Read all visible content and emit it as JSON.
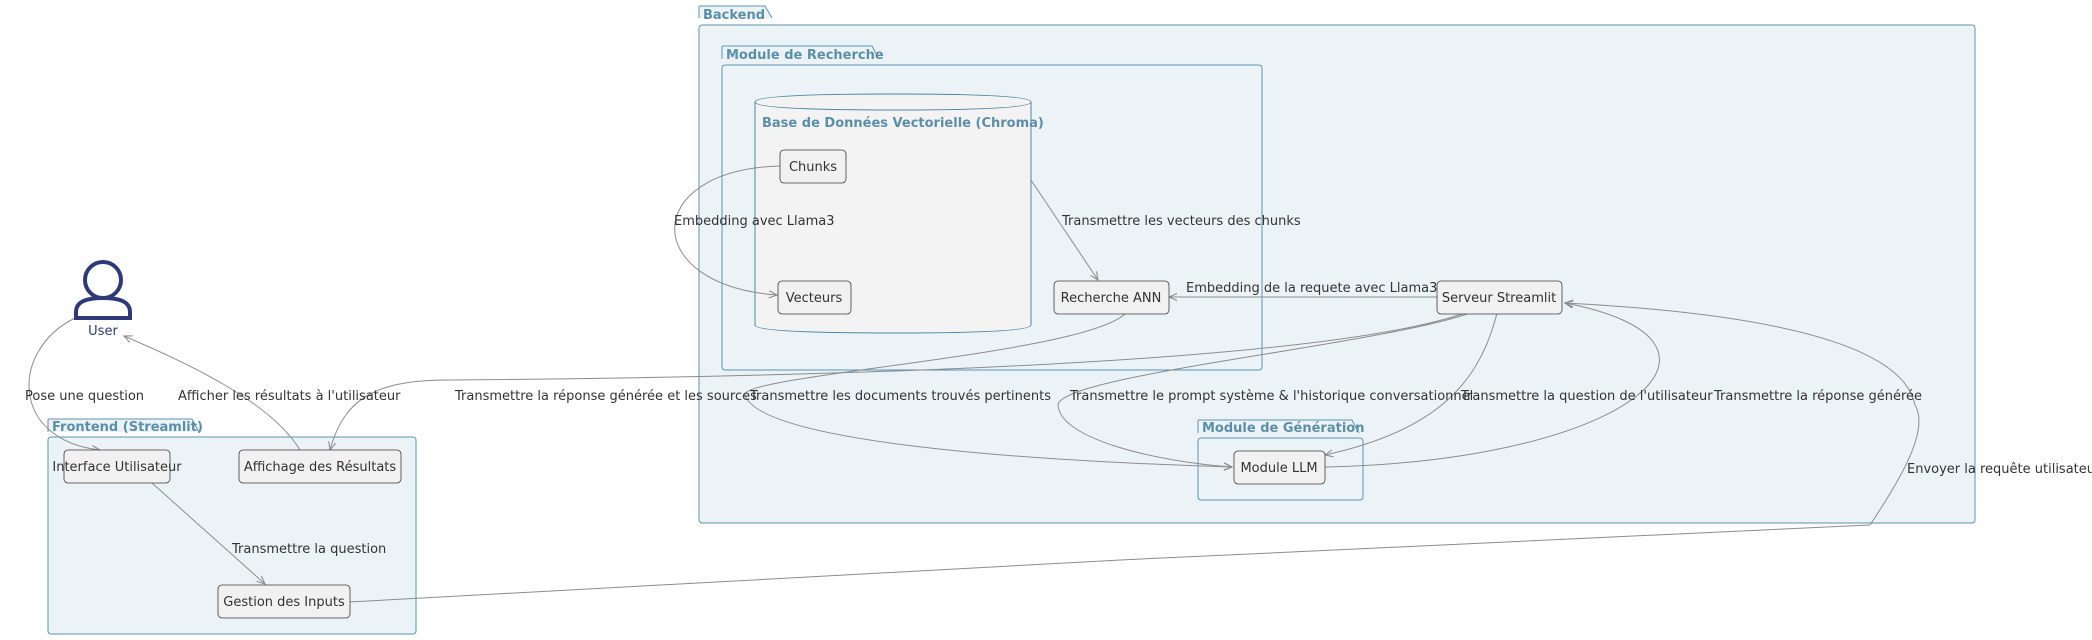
{
  "actor": {
    "label": "User"
  },
  "packages": {
    "backend": "Backend",
    "recherche": "Module de Recherche",
    "database": "Base de Données Vectorielle (Chroma)",
    "generation": "Module de Génération",
    "frontend": "Frontend (Streamlit)"
  },
  "nodes": {
    "chunks": "Chunks",
    "vecteurs": "Vecteurs",
    "recherche_ann": "Recherche ANN",
    "serveur_streamlit": "Serveur Streamlit",
    "module_llm": "Module LLM",
    "interface_utilisateur": "Interface Utilisateur",
    "affichage_resultats": "Affichage des Résultats",
    "gestion_inputs": "Gestion des Inputs"
  },
  "edges": {
    "embedding_llama3": "Embedding avec Llama3",
    "transmettre_vecteurs": "Transmettre les vecteurs des chunks",
    "embedding_requete": "Embedding de la requete avec Llama3",
    "pose_question": "Pose une question",
    "afficher_resultats": "Afficher les résultats à l'utilisateur",
    "transmettre_reponse_sources": "Transmettre la réponse générée et les sources",
    "transmettre_documents": "Transmettre les documents trouvés pertinents",
    "transmettre_prompt": "Transmettre le prompt système & l'historique conversationnel",
    "transmettre_question_utilisateur": "Transmettre la question de l'utilisateur",
    "transmettre_reponse_generee": "Transmettre la réponse générée",
    "envoyer_requete": "Envoyer la requête utilisateur",
    "transmettre_question": "Transmettre la question"
  }
}
